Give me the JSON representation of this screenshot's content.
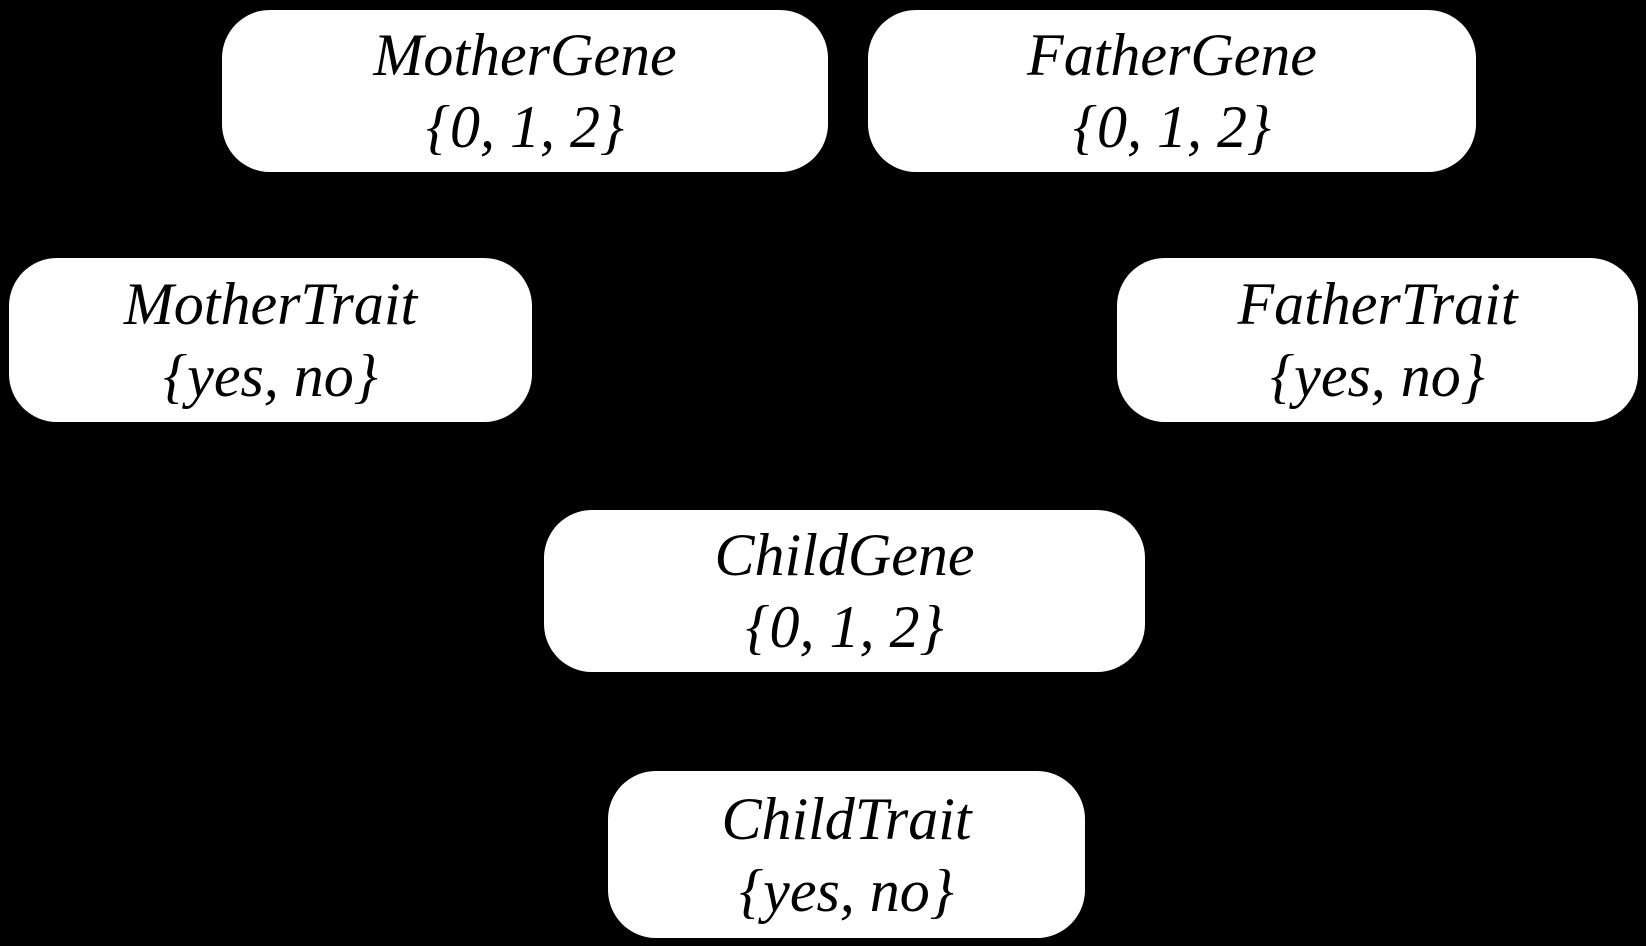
{
  "diagram": {
    "background_color": "#000000",
    "node_fill_color": "#ffffff",
    "node_text_color": "#000000",
    "nodes": [
      {
        "id": "mother-gene",
        "label": "MotherGene",
        "values": "{0, 1, 2}"
      },
      {
        "id": "father-gene",
        "label": "FatherGene",
        "values": "{0, 1, 2}"
      },
      {
        "id": "mother-trait",
        "label": "MotherTrait",
        "values": "{yes, no}"
      },
      {
        "id": "father-trait",
        "label": "FatherTrait",
        "values": "{yes, no}"
      },
      {
        "id": "child-gene",
        "label": "ChildGene",
        "values": "{0, 1, 2}"
      },
      {
        "id": "child-trait",
        "label": "ChildTrait",
        "values": "{yes, no}"
      }
    ]
  }
}
